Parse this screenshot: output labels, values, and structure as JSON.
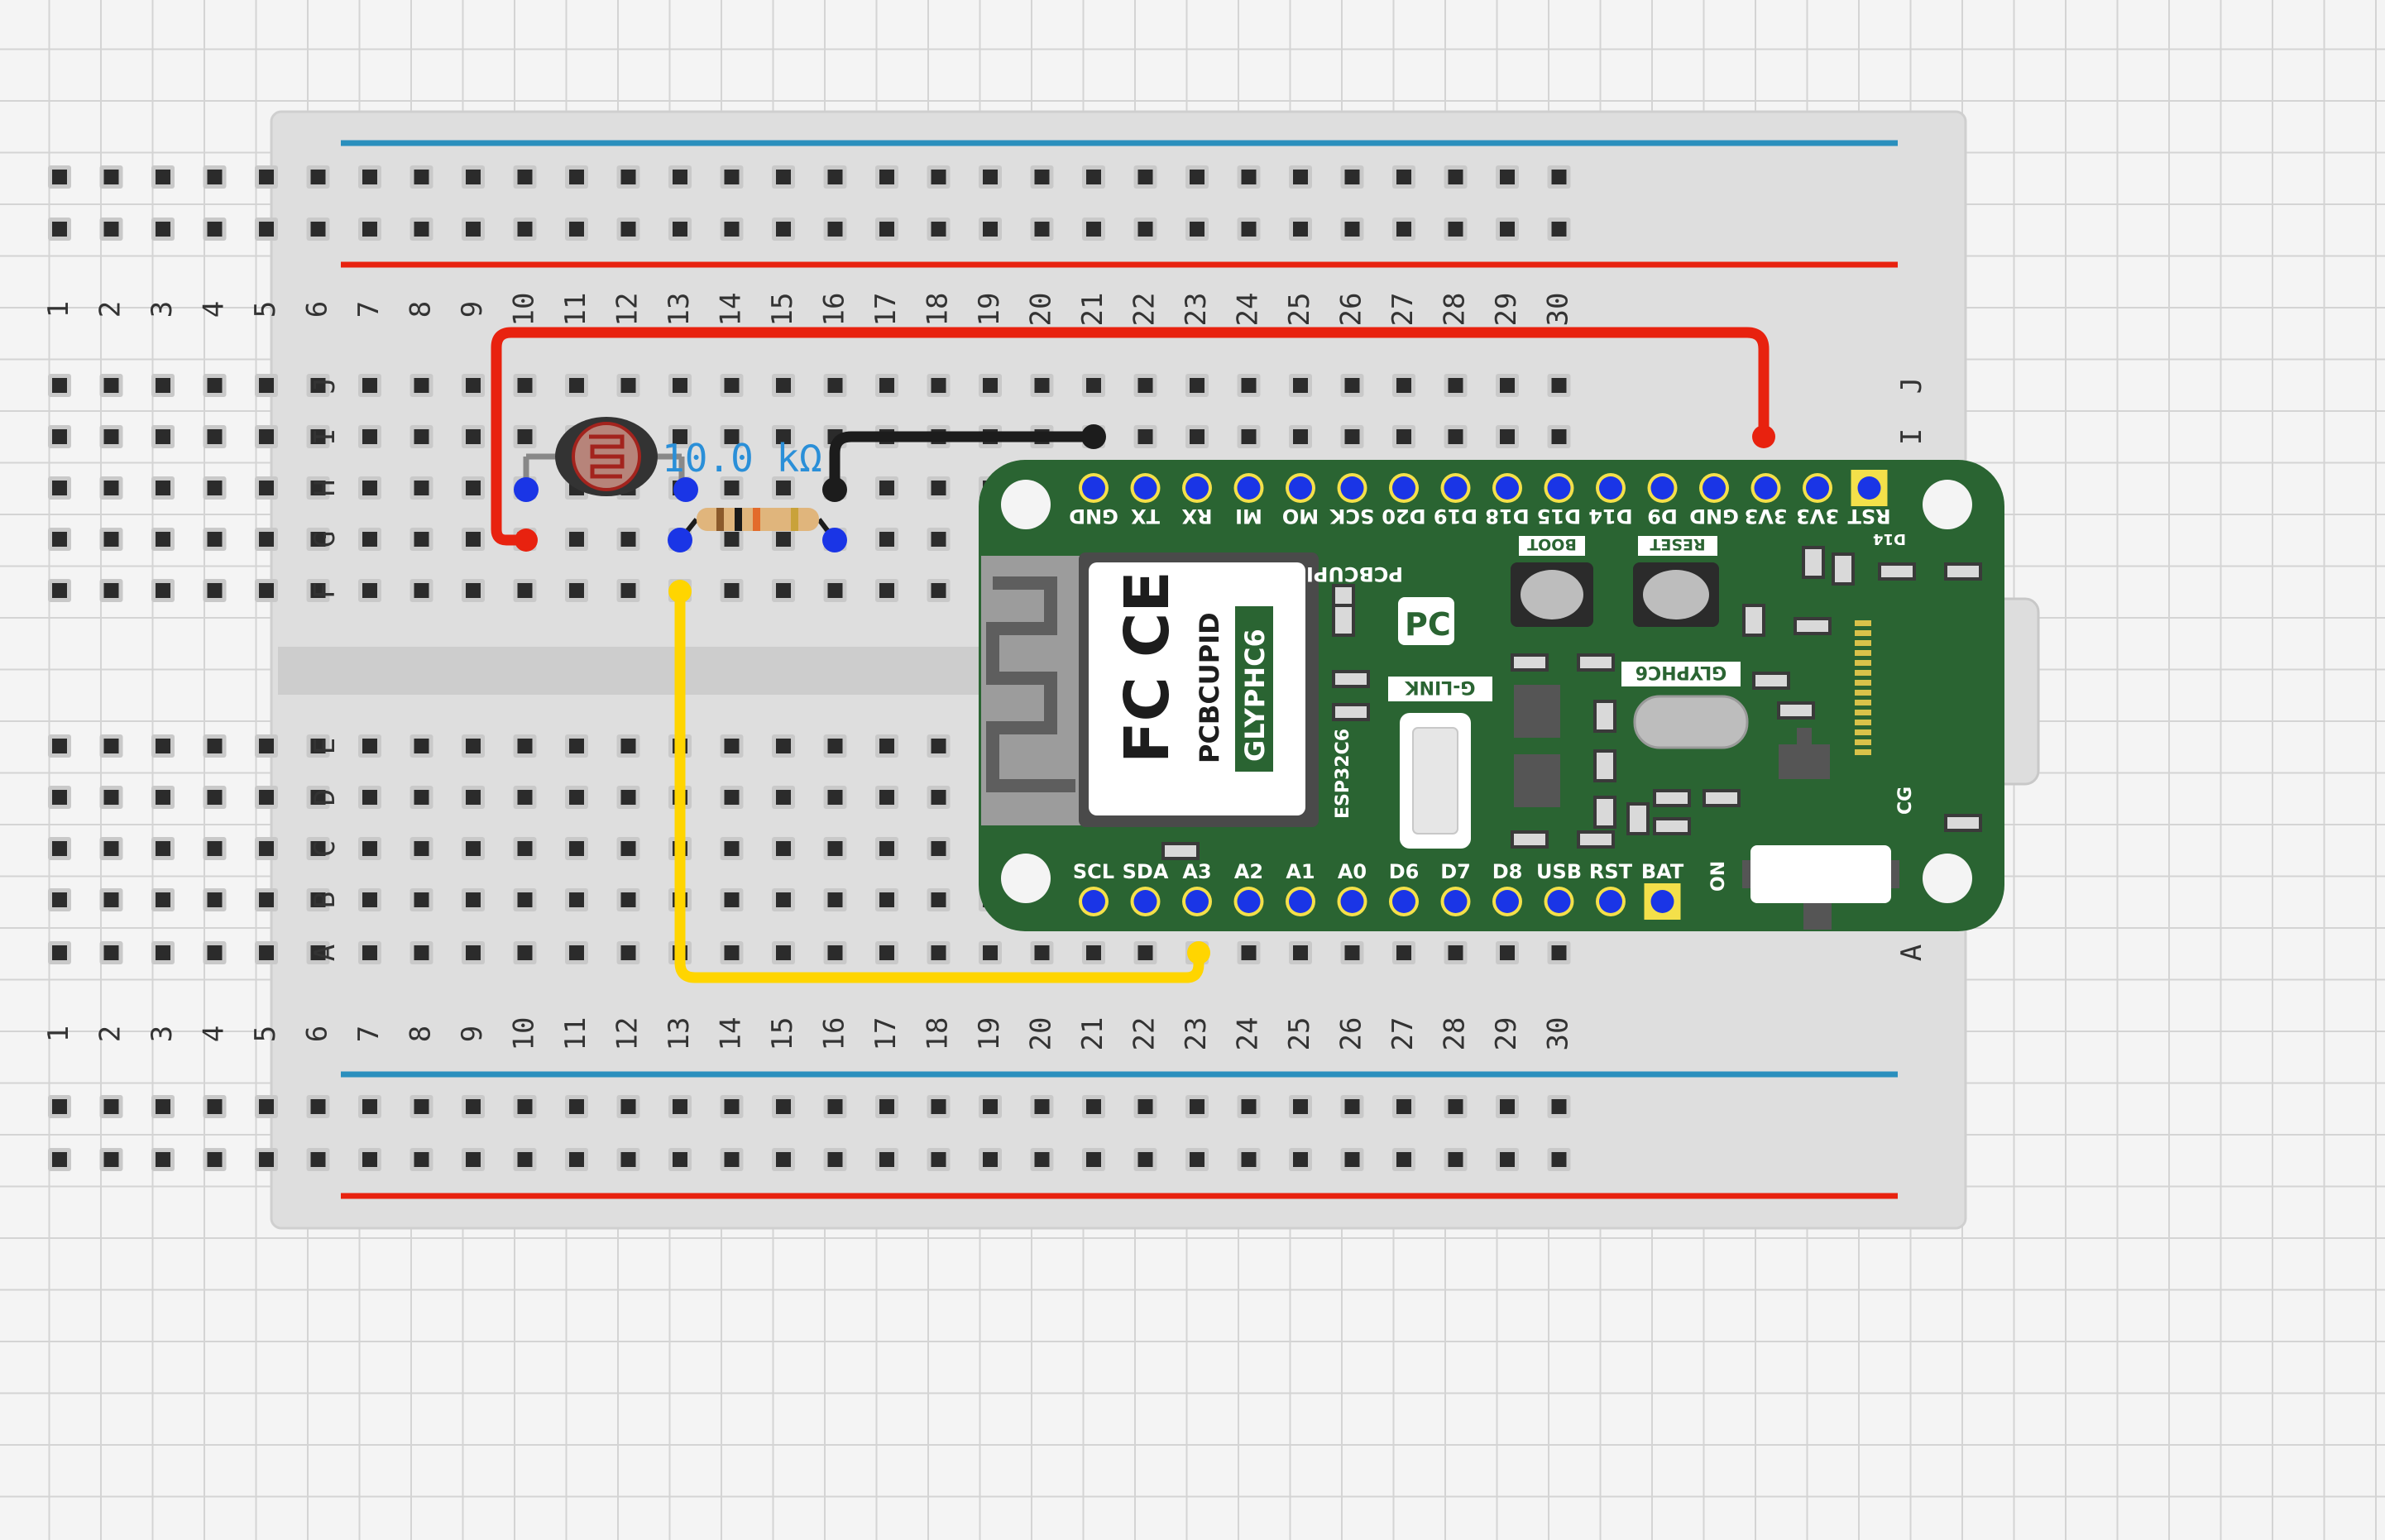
{
  "breadboard": {
    "column_numbers": [
      "1",
      "2",
      "3",
      "4",
      "5",
      "6",
      "7",
      "8",
      "9",
      "10",
      "11",
      "12",
      "13",
      "14",
      "15",
      "16",
      "17",
      "18",
      "19",
      "20",
      "21",
      "22",
      "23",
      "24",
      "25",
      "26",
      "27",
      "28",
      "29",
      "30"
    ],
    "top_rows": [
      "J",
      "I",
      "H",
      "G",
      "F"
    ],
    "bottom_rows": [
      "E",
      "D",
      "C",
      "B",
      "A"
    ]
  },
  "components": {
    "resistor_label": "10.0 kΩ"
  },
  "board": {
    "brand": "PCBCUPID",
    "model": "GLYPHC6",
    "module_brand": "PCBCUPID",
    "module_model": "GLYPHC6",
    "fc_mark": "FC",
    "ce_mark": "CE",
    "logo": "PC",
    "chip_label": "ESP32C6",
    "connector_label": "G-LINK",
    "board_name_label": "GLYPHC6",
    "boot_label": "BOOT",
    "reset_label": "RESET",
    "d14_label": "D14",
    "cg_label": "CG",
    "on_label": "ON",
    "top_pins": [
      "GND",
      "TX",
      "RX",
      "MI",
      "MO",
      "SCK",
      "D20",
      "D19",
      "D18",
      "D15",
      "D14",
      "D9",
      "GND",
      "3V3",
      "3V3",
      "RST"
    ],
    "bottom_pins": [
      "SCL",
      "SDA",
      "A3",
      "A2",
      "A1",
      "A0",
      "D6",
      "D7",
      "D8",
      "USB",
      "RST",
      "BAT"
    ]
  },
  "colors": {
    "wire_red": "#e8220f",
    "wire_black": "#1c1c1c",
    "wire_yellow": "#ffd500",
    "rail_blue": "#2a8fbd",
    "rail_red": "#e8220f",
    "board_green": "#2a6432",
    "pin_blue": "#1a35e6"
  }
}
